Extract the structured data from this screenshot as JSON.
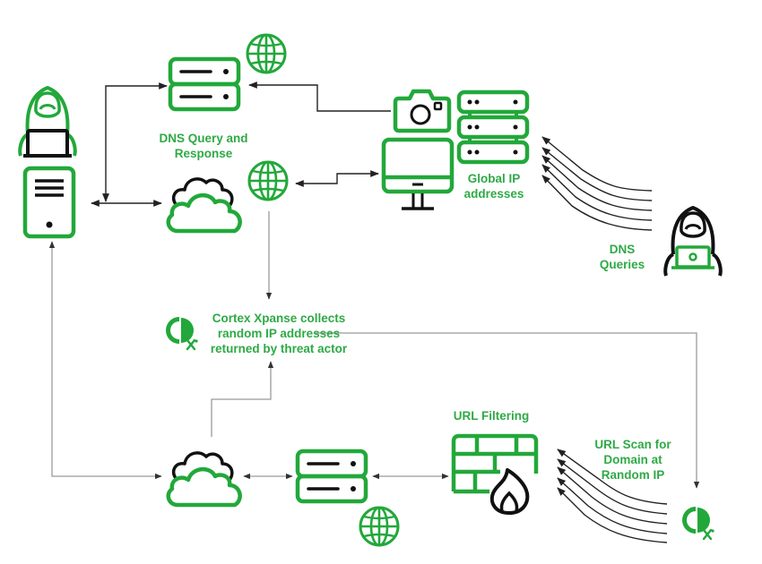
{
  "colors": {
    "accent": "#22a83a",
    "label": "#2eaa45",
    "dark": "#111111",
    "connector": "#222222",
    "connector_light": "#9a9a9a",
    "background": "#ffffff"
  },
  "labels": {
    "dns_query_response": [
      "DNS Query and",
      "Response"
    ],
    "global_ip_addresses": [
      "Global IP",
      "addresses"
    ],
    "dns_queries": [
      "DNS",
      "Queries"
    ],
    "cortex_xpanse": [
      "Cortex Xpanse collects",
      "random IP addresses",
      "returned by threat actor"
    ],
    "url_filtering": [
      "URL Filtering"
    ],
    "url_scan": [
      "URL Scan for",
      "Domain at",
      "Random IP"
    ]
  },
  "nodes": [
    {
      "id": "threat-actor-user",
      "icon": "hooded-hacker-laptop-icon"
    },
    {
      "id": "client-server",
      "icon": "tower-server-icon"
    },
    {
      "id": "dns-server",
      "icon": "server-stack-icon"
    },
    {
      "id": "dns-globe",
      "icon": "globe-icon"
    },
    {
      "id": "cloud-top",
      "icon": "cloud-icon"
    },
    {
      "id": "cloud-globe",
      "icon": "globe-icon"
    },
    {
      "id": "camera",
      "icon": "camera-icon"
    },
    {
      "id": "monitor",
      "icon": "monitor-icon"
    },
    {
      "id": "ip-servers",
      "icon": "server-rack-icon"
    },
    {
      "id": "external-hacker",
      "icon": "hooded-hacker-laptop-icon"
    },
    {
      "id": "cortex-xpanse-logo",
      "icon": "cortex-xpanse-icon"
    },
    {
      "id": "cloud-bottom",
      "icon": "cloud-icon"
    },
    {
      "id": "bottom-server",
      "icon": "server-stack-icon"
    },
    {
      "id": "bottom-globe",
      "icon": "globe-icon"
    },
    {
      "id": "firewall",
      "icon": "firewall-flame-icon"
    },
    {
      "id": "cortex-xpanse-scanner",
      "icon": "cortex-xpanse-icon"
    }
  ]
}
